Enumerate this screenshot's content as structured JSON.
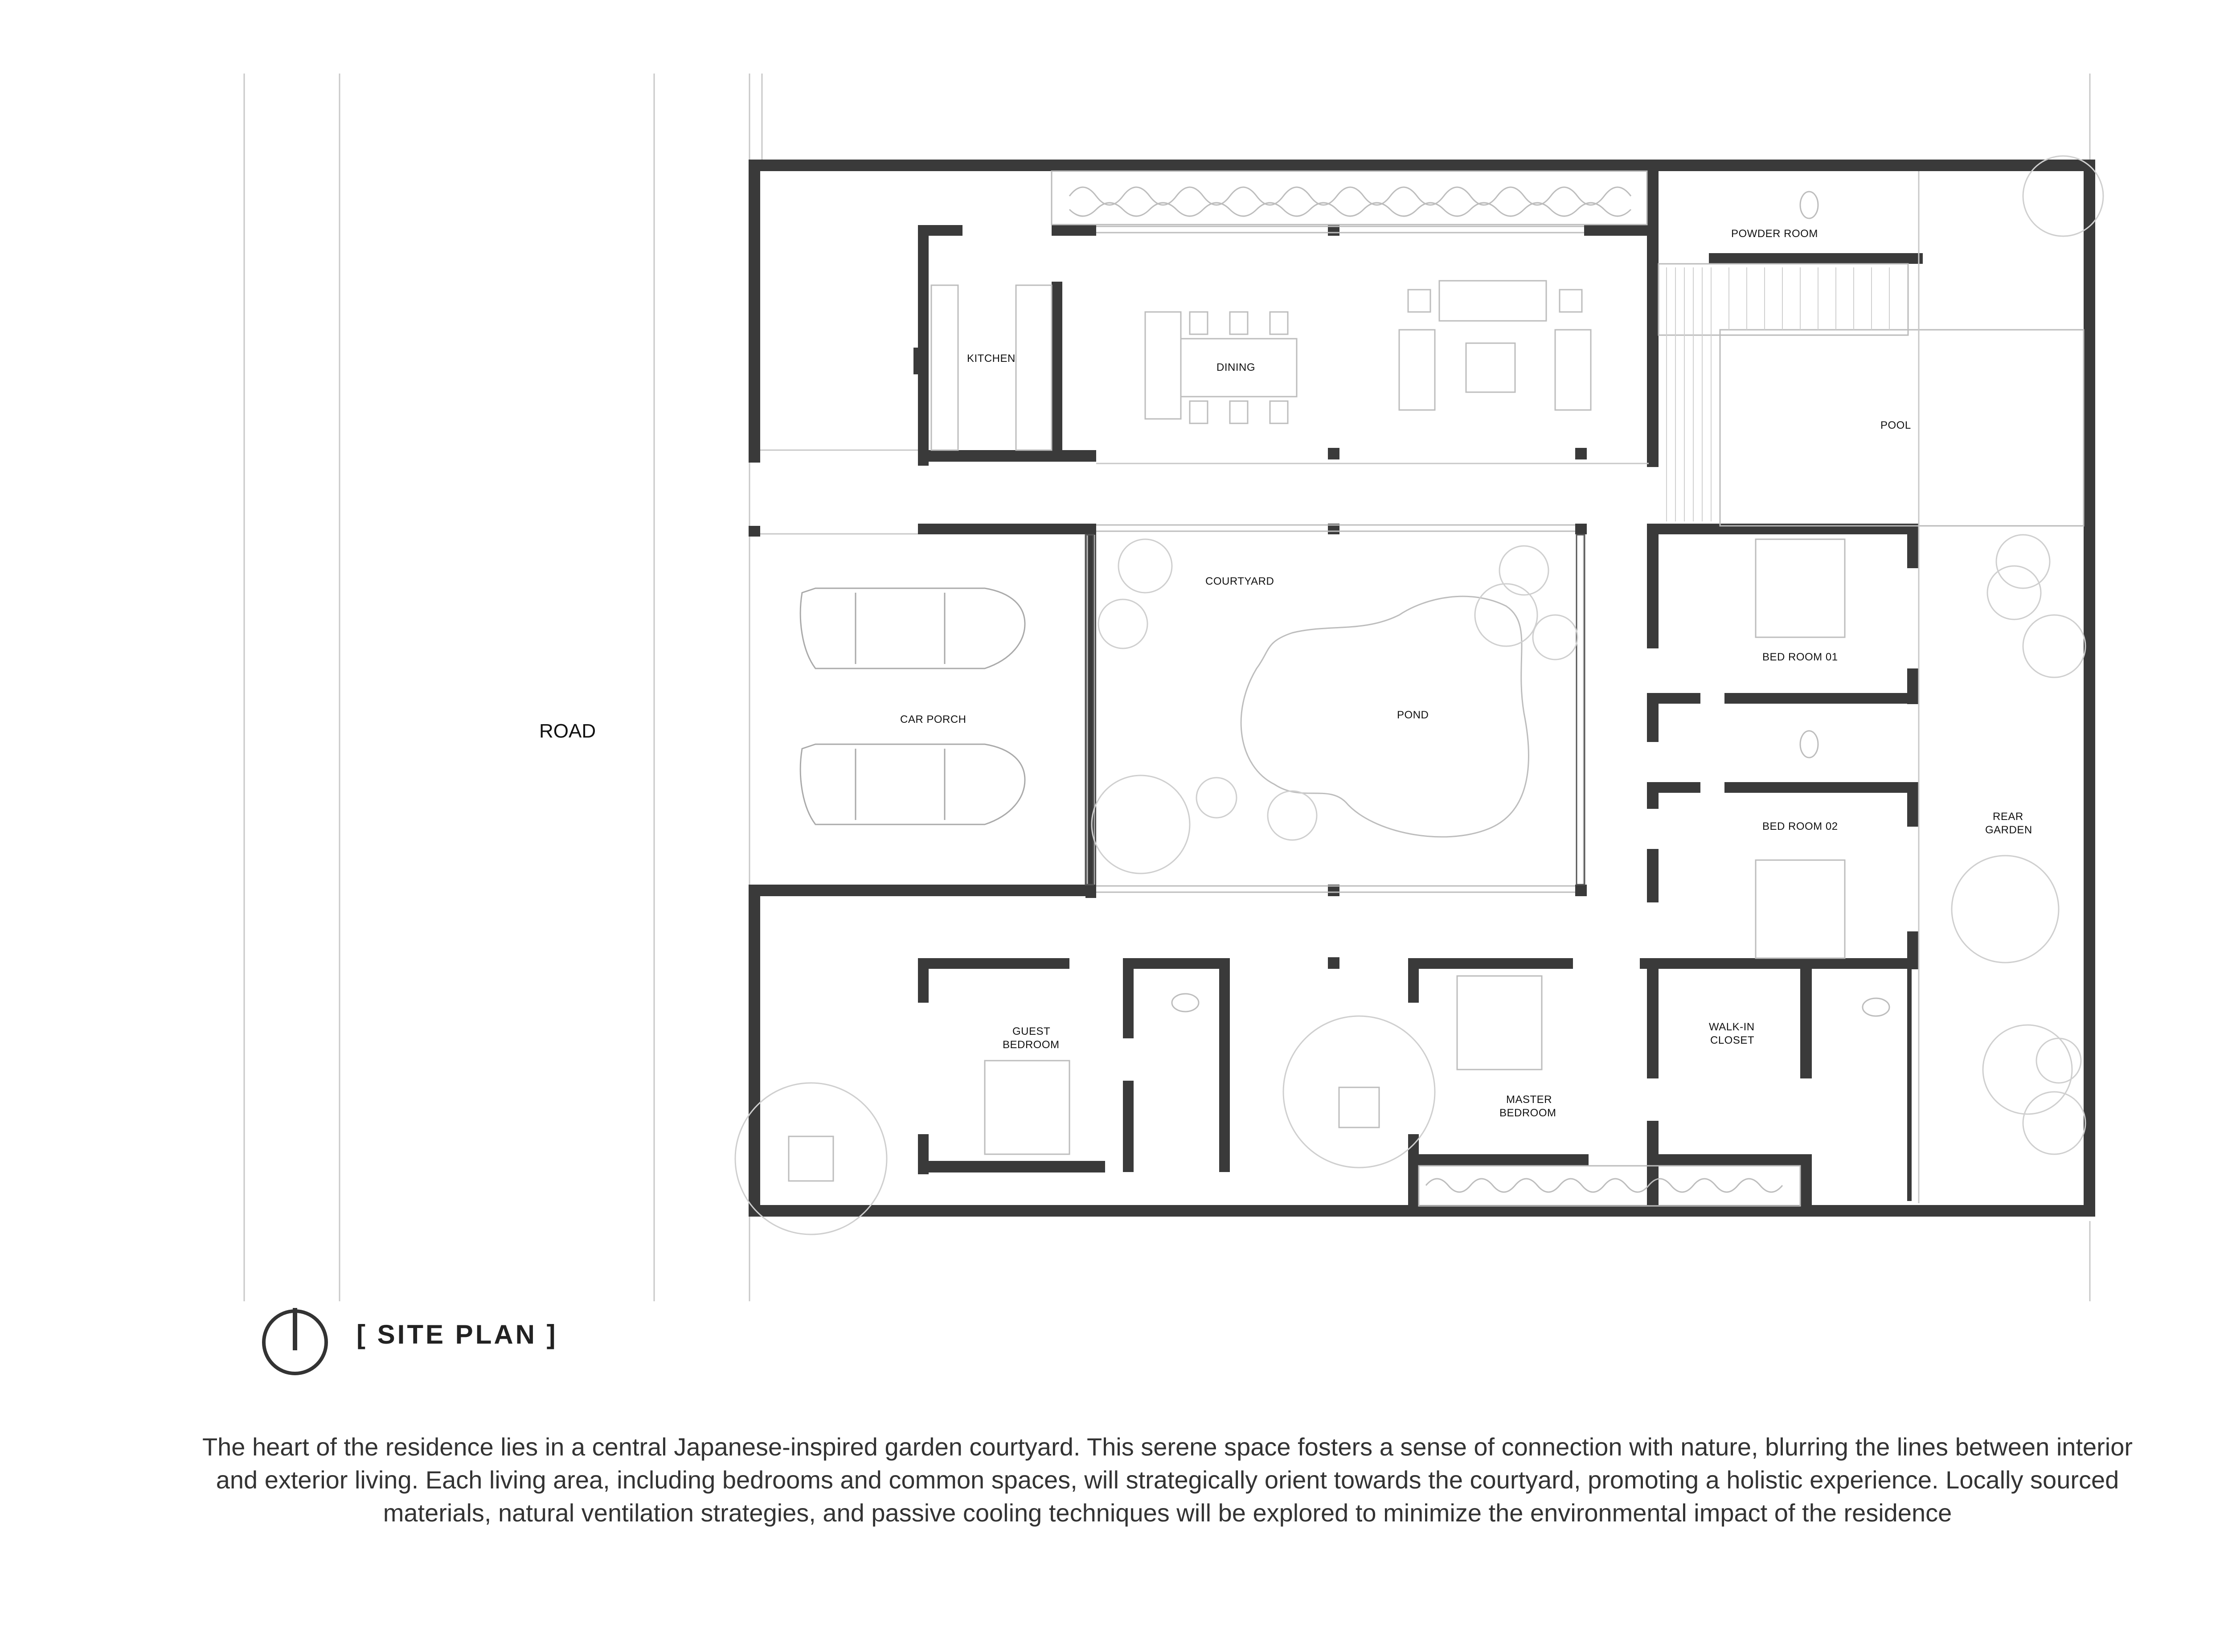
{
  "title": "[ SITE PLAN ]",
  "road_label": "ROAD",
  "rooms": {
    "powder_room": "POWDER ROOM",
    "kitchen": "KITCHEN",
    "dining": "DINING",
    "pool": "POOL",
    "courtyard": "COURTYARD",
    "bed_room_01": "BED ROOM 01",
    "car_porch": "CAR PORCH",
    "pond": "POND",
    "bed_room_02": "BED ROOM 02",
    "rear_garden_1": "REAR",
    "rear_garden_2": "GARDEN",
    "guest_bedroom_1": "GUEST",
    "guest_bedroom_2": "BEDROOM",
    "walk_in_closet_1": "WALK-IN",
    "walk_in_closet_2": "CLOSET",
    "master_bedroom_1": "MASTER",
    "master_bedroom_2": "BEDROOM"
  },
  "description": "The heart of the residence lies in a central Japanese-inspired garden courtyard. This serene space fosters a sense of connection with nature, blurring the lines between interior and exterior living. Each living area, including bedrooms and common spaces, will strategically orient towards the courtyard, promoting a holistic experience. Locally sourced materials, natural ventilation strategies, and passive cooling techniques will be explored to minimize the environmental impact of the residence",
  "icons": {
    "north_arrow": "north-arrow-icon"
  }
}
